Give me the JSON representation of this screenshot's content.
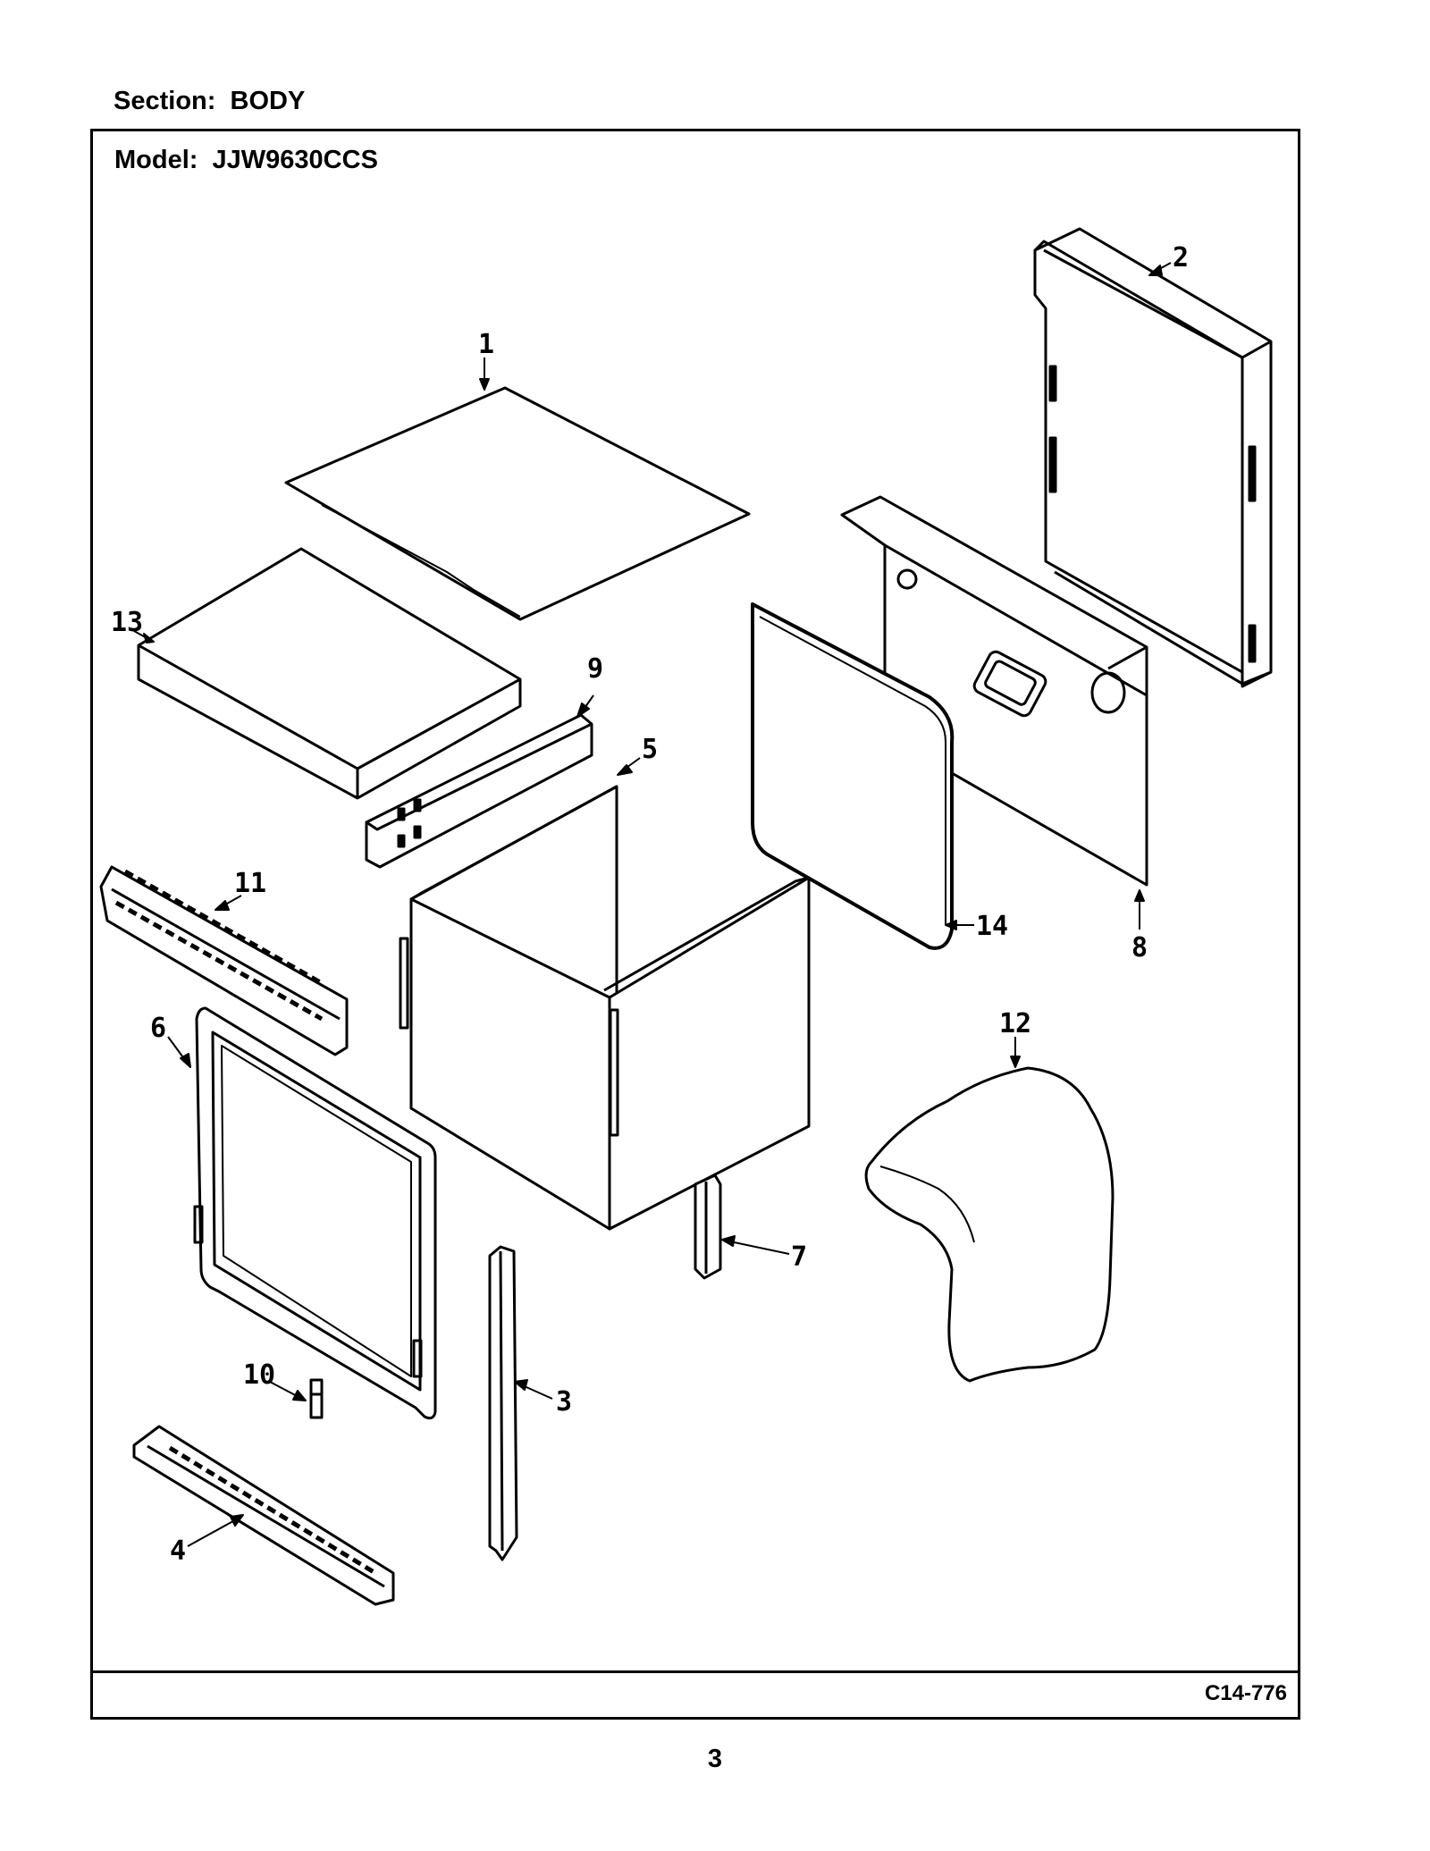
{
  "section": "Section:  BODY",
  "model": "Model:  JJW9630CCS",
  "diagram_code": "C14-776",
  "page_number": "3",
  "callouts": [
    "1",
    "2",
    "3",
    "4",
    "5",
    "6",
    "7",
    "8",
    "9",
    "10",
    "11",
    "12",
    "13",
    "14"
  ]
}
